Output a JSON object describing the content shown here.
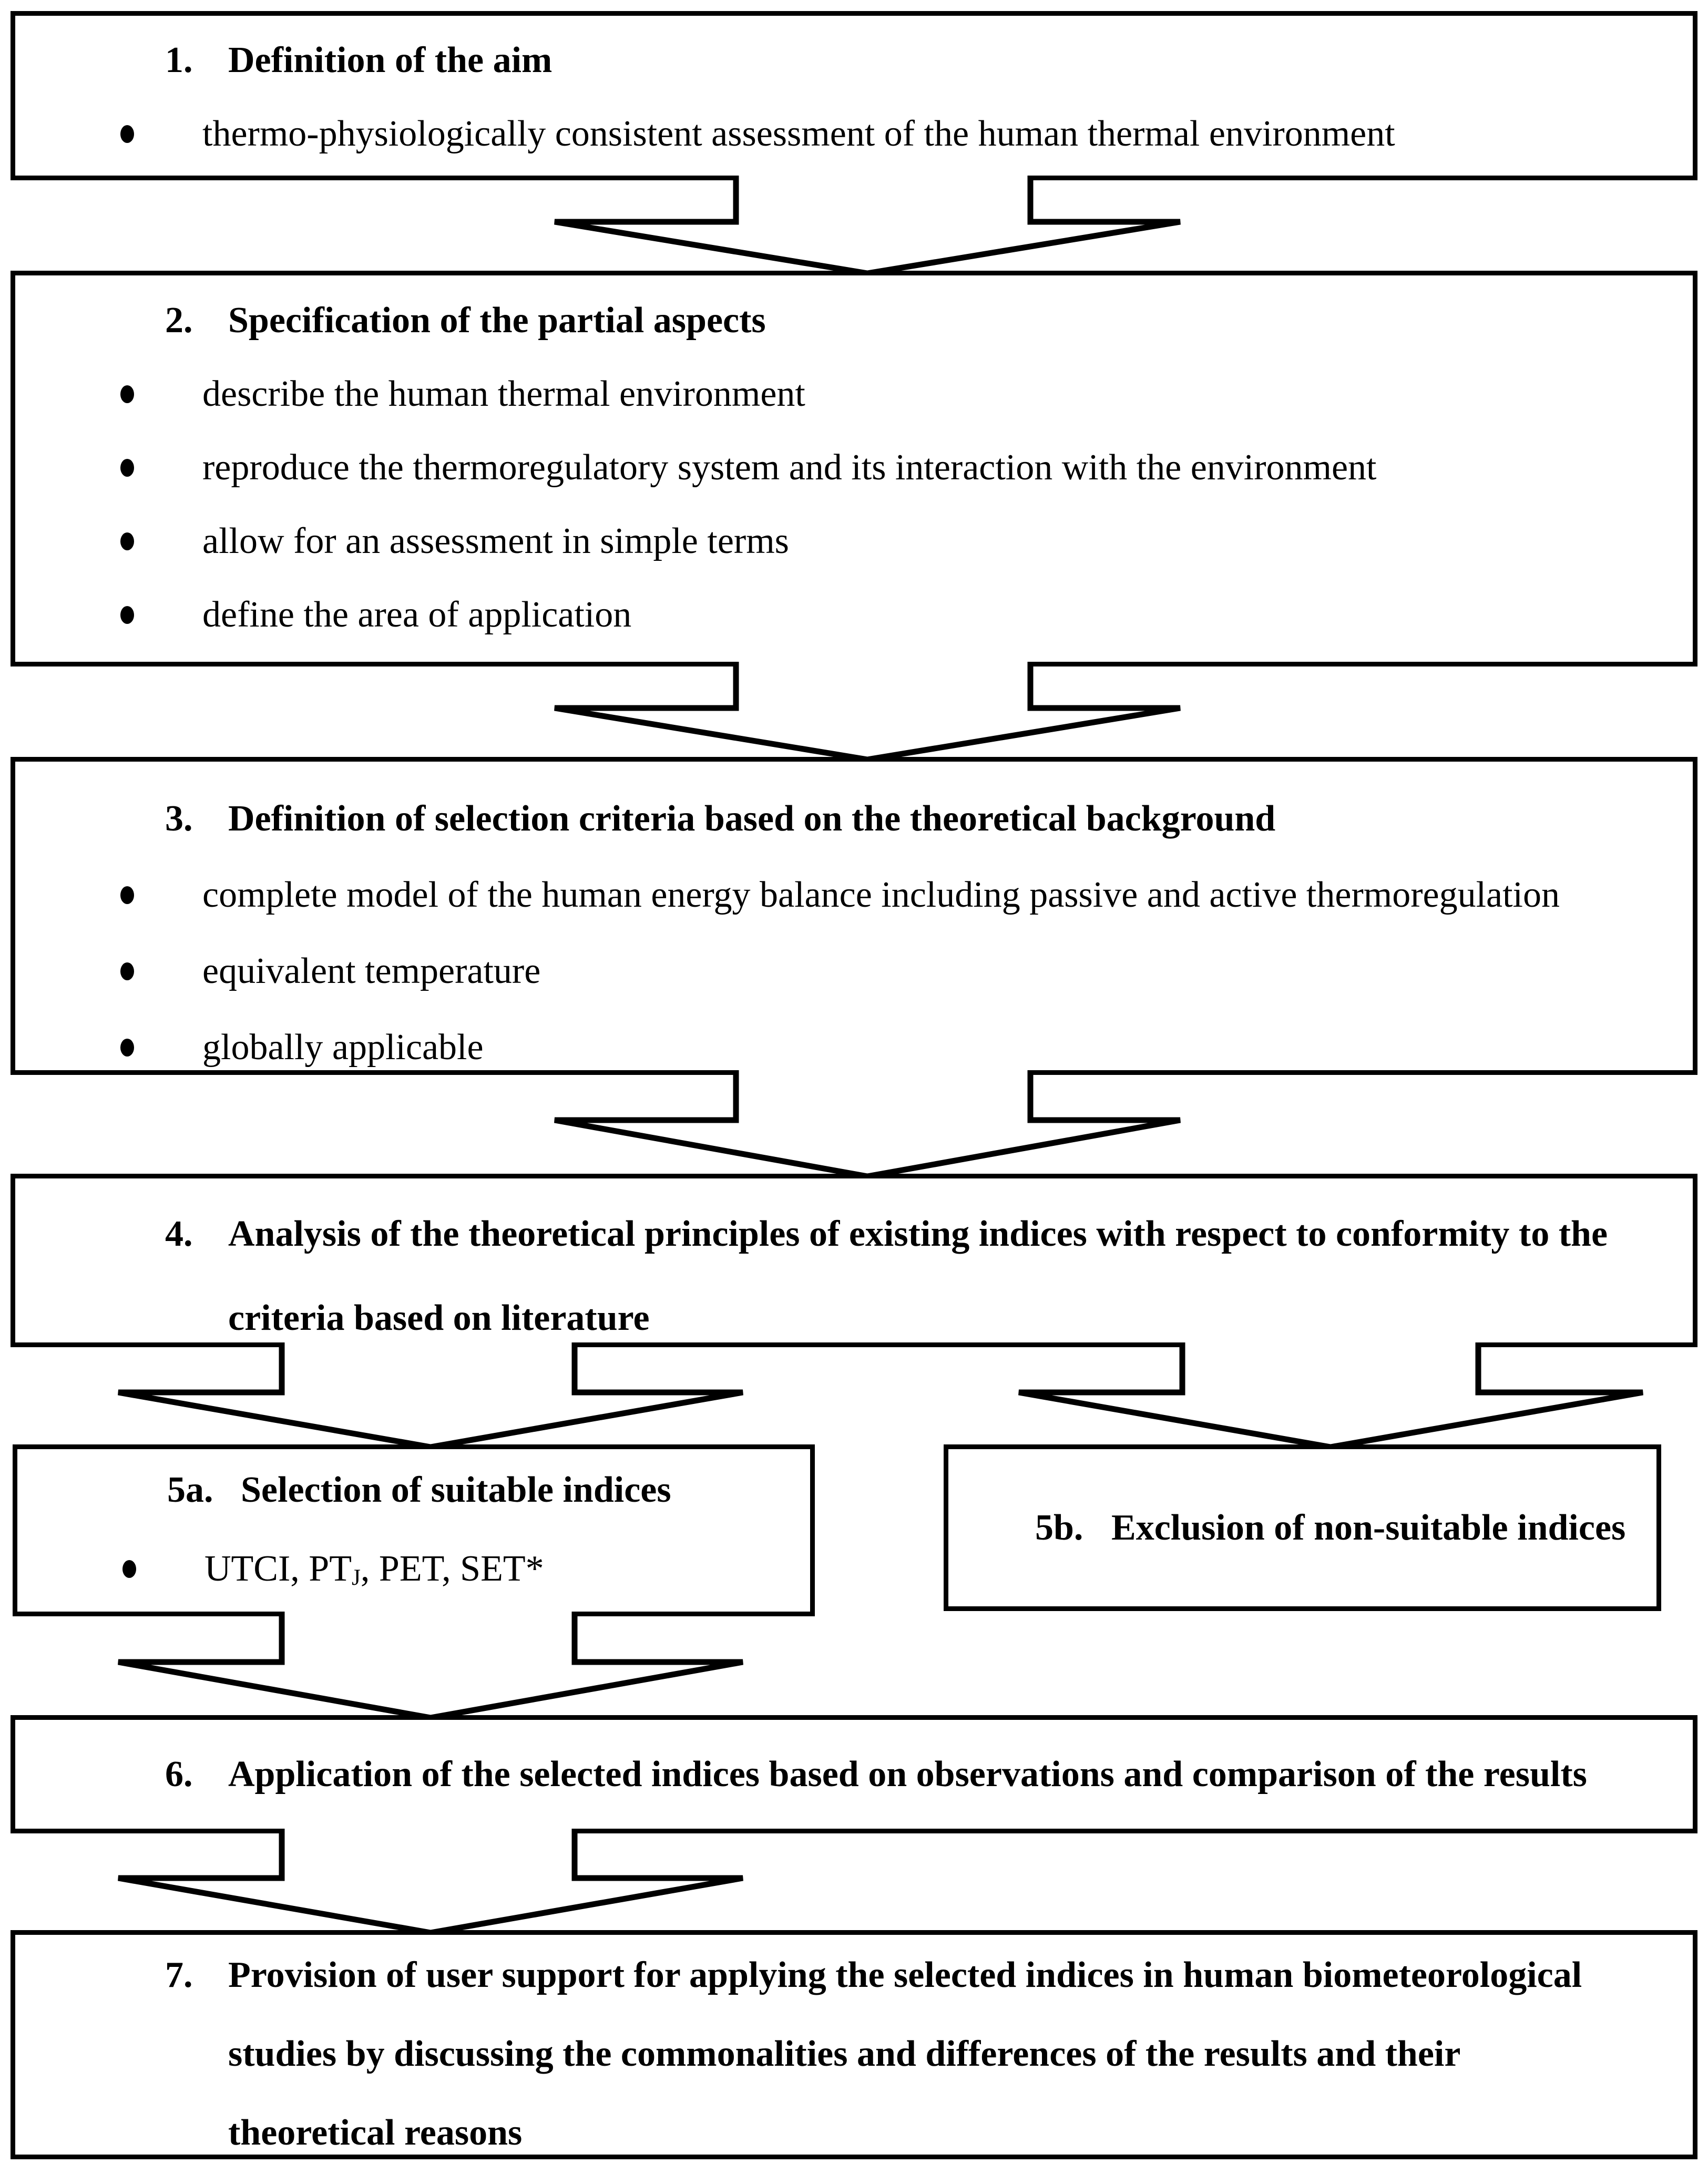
{
  "diagram": {
    "colors": {
      "border": "#000000",
      "background": "#ffffff",
      "text": "#000000"
    },
    "boxes": [
      {
        "number": "1.",
        "title_lines": [
          "Definition of the aim"
        ],
        "bullets": [
          "thermo-physiologically consistent assessment of the human thermal environment"
        ]
      },
      {
        "number": "2.",
        "title_lines": [
          "Specification of the partial aspects"
        ],
        "bullets": [
          "describe the human thermal environment",
          "reproduce the thermoregulatory system and its interaction with the environment",
          "allow for an assessment in simple terms",
          "define the area of application"
        ]
      },
      {
        "number": "3.",
        "title_lines": [
          "Definition of selection criteria based on the theoretical background"
        ],
        "bullets": [
          "complete model of the human energy balance including passive and active thermoregulation",
          "equivalent temperature",
          "globally applicable"
        ]
      },
      {
        "number": "4.",
        "title_lines": [
          "Analysis of the theoretical principles of existing indices with respect to conformity to the",
          "criteria based on literature"
        ],
        "bullets": []
      },
      {
        "number": "5a.",
        "title_lines": [
          "Selection of suitable indices"
        ],
        "bullets": [],
        "bullet_parts": {
          "pre": "UTCI, PT",
          "sub": "J",
          "post": ", PET, SET*"
        }
      },
      {
        "number": "5b.",
        "title_lines": [
          "Exclusion of non-suitable indices"
        ],
        "bullets": []
      },
      {
        "number": "6.",
        "title_lines": [
          "Application of the selected indices based on observations and comparison of the results"
        ],
        "bullets": []
      },
      {
        "number": "7.",
        "title_lines": [
          "Provision of user support for applying the selected indices in human biometeorological",
          "studies by discussing the commonalities and differences of the results and their",
          "theoretical reasons"
        ],
        "bullets": []
      }
    ]
  }
}
